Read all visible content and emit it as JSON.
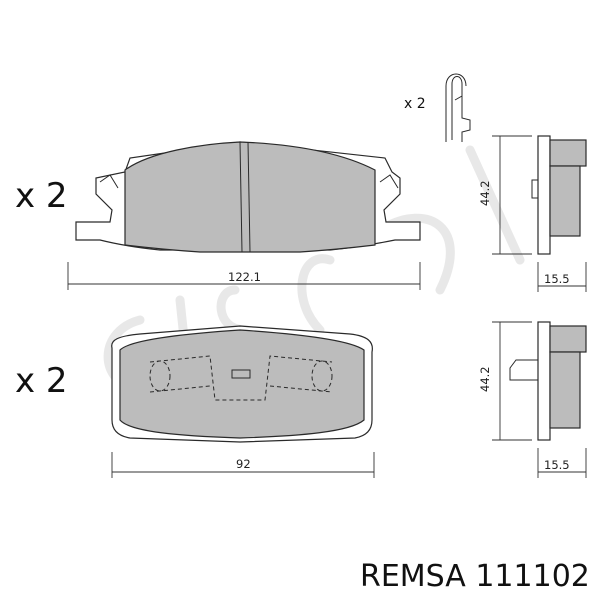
{
  "colors": {
    "friction": "#bcbcbc",
    "line": "#2a2a2a",
    "watermark": "#d6d6d6"
  },
  "clip": {
    "quantity": "x 2"
  },
  "top_pad": {
    "quantity": "x 2",
    "width": "122.1",
    "height": "44.2",
    "thickness": "15.5"
  },
  "bottom_pad": {
    "quantity": "x 2",
    "width": "92",
    "height": "44.2",
    "thickness": "15.5"
  },
  "caption": "REMSA 111102"
}
